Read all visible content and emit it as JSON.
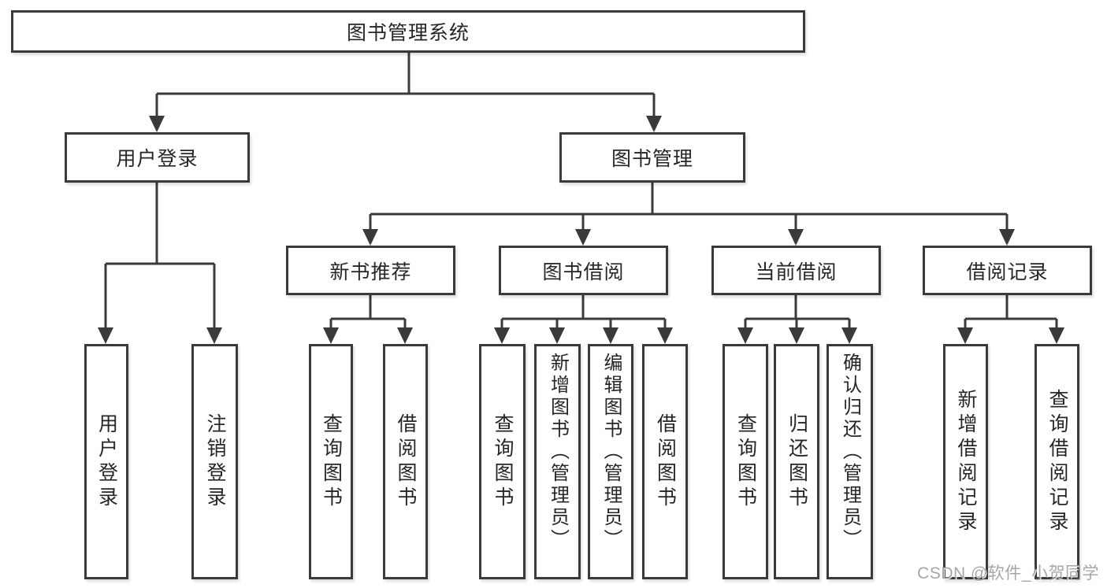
{
  "diagram": {
    "root": {
      "label": "图书管理系统"
    },
    "level2": [
      {
        "label": "用户登录"
      },
      {
        "label": "图书管理"
      }
    ],
    "level3": [
      {
        "label": "新书推荐"
      },
      {
        "label": "图书借阅"
      },
      {
        "label": "当前借阅"
      },
      {
        "label": "借阅记录"
      }
    ],
    "leaves": [
      {
        "label": "用户登录"
      },
      {
        "label": "注销登录"
      },
      {
        "label": "查询图书"
      },
      {
        "label": "借阅图书"
      },
      {
        "label": "查询图书"
      },
      {
        "label": "新增图书（管理员）"
      },
      {
        "label": "编辑图书（管理员）"
      },
      {
        "label": "借阅图书"
      },
      {
        "label": "查询图书"
      },
      {
        "label": "归还图书"
      },
      {
        "label": "确认归还（管理员）"
      },
      {
        "label": "新增借阅记录"
      },
      {
        "label": "查询借阅记录"
      }
    ]
  },
  "watermark": {
    "text": "CSDN @软件_小贺同学"
  },
  "colors": {
    "line": "#3a3a3a",
    "text": "#262626",
    "background": "#ffffff",
    "watermark": "#969696"
  }
}
